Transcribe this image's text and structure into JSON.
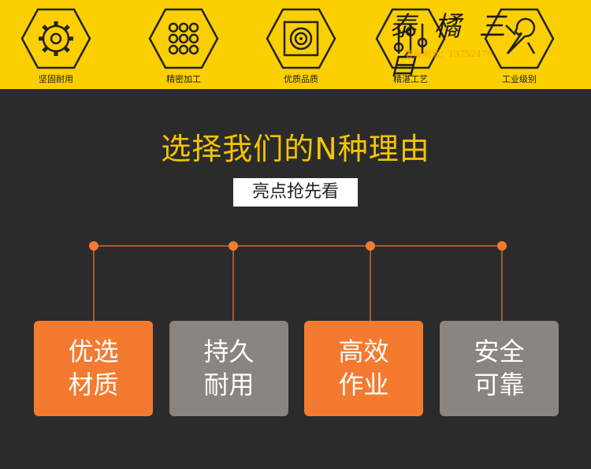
{
  "top_features": [
    {
      "label": "坚固耐用",
      "icon": "gear-icon"
    },
    {
      "label": "精密加工",
      "icon": "dot-grid-icon"
    },
    {
      "label": "优质品质",
      "icon": "quality-box-icon"
    },
    {
      "label": "精湛工艺",
      "icon": "craft-tool-icon"
    },
    {
      "label": "工业级别",
      "icon": "wrench-icon"
    }
  ],
  "watermark": {
    "brand": "泰 橘 三 白",
    "contact": "客服电话：13752478"
  },
  "title": "选择我们的N种理由",
  "subtitle": "亮点抢先看",
  "cards": [
    {
      "line1": "优选",
      "line2": "材质",
      "color": "#f47a30"
    },
    {
      "line1": "持久",
      "line2": "耐用",
      "color": "#8a8580"
    },
    {
      "line1": "高效",
      "line2": "作业",
      "color": "#f47a30"
    },
    {
      "line1": "安全",
      "line2": "可靠",
      "color": "#8a8580"
    }
  ],
  "colors": {
    "accent": "#f47a30",
    "banner": "#fbcf00",
    "title": "#f5c400"
  }
}
